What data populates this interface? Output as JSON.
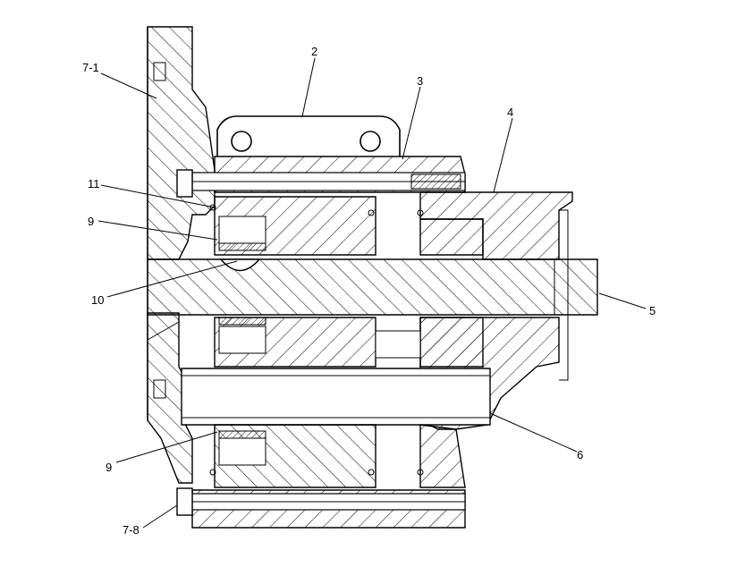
{
  "drawing": {
    "labels": {
      "l71": "7-1",
      "l2": "2",
      "l3": "3",
      "l4": "4",
      "l11": "11",
      "l9a": "9",
      "l10": "10",
      "l5": "5",
      "l6": "6",
      "l9b": "9",
      "l78": "7-8"
    },
    "colors": {
      "ink": "#000000",
      "paper": "#ffffff"
    }
  }
}
